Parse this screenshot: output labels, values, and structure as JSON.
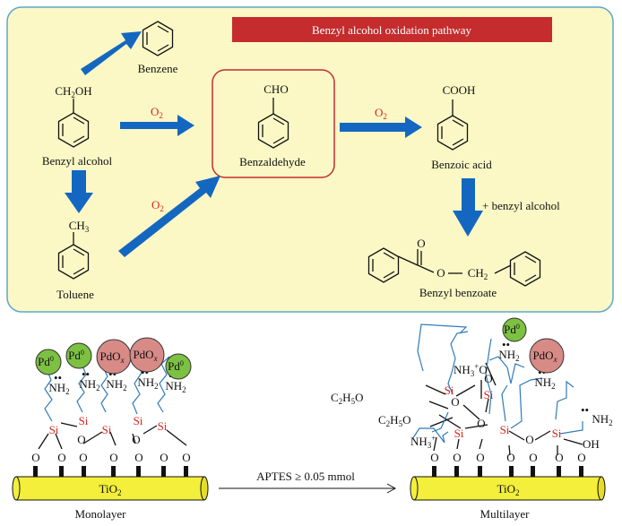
{
  "colors": {
    "panel_bg": "#fbf8c6",
    "panel_border": "#5da7c6",
    "title_bar": "#c42c2d",
    "arrow_blue": "#1467c0",
    "highlight_box": "#c42c2d",
    "red_text": "#d5261d",
    "substrate_yellow": "#f3ef3a",
    "pd_green": "#7cc142",
    "pdox_pink": "#d88a87",
    "chain_blue": "#2f7bb8"
  },
  "top_panel": {
    "title": "Benzyl alcohol oxidation pathway",
    "oxidant": "O",
    "oxidant_sub": "2",
    "plus_benzyl_alcohol": "+ benzyl alcohol",
    "compounds": {
      "benzene": "Benzene",
      "benzyl_alcohol": "Benzyl alcohol",
      "benzyl_alcohol_group_a": "CH",
      "benzyl_alcohol_group_sub": "2",
      "benzyl_alcohol_group_b": "OH",
      "toluene": "Toluene",
      "toluene_group_a": "CH",
      "toluene_group_sub": "3",
      "benzaldehyde": "Benzaldehyde",
      "benzaldehyde_group": "CHO",
      "benzoic_acid": "Benzoic acid",
      "benzoic_acid_group": "COOH",
      "benzyl_benzoate": "Benzyl benzoate",
      "ester_o": "O",
      "ester_ch2_a": "CH",
      "ester_ch2_sub": "2"
    }
  },
  "bottom_panel": {
    "substrate": "TiO",
    "substrate_sub": "2",
    "monolayer_caption": "Monolayer",
    "multilayer_caption": "Multilayer",
    "transition_label": "APTES ≥ 0.05 mmol",
    "oxygen": "O",
    "silicon": "Si",
    "amine": "NH",
    "amine_sub": "2",
    "lone_pair": "••",
    "ammonium": "NH",
    "ammonium_sub": "3",
    "ammonium_sup": "+",
    "ethoxy_a": "C",
    "ethoxy_sub1": "2",
    "ethoxy_b": "H",
    "ethoxy_sub2": "5",
    "ethoxy_c": "O",
    "hydroxyl": "OH",
    "pd_label": "Pd",
    "pd_sup": "0",
    "pdox_label": "PdO",
    "pdox_sub": "x"
  }
}
